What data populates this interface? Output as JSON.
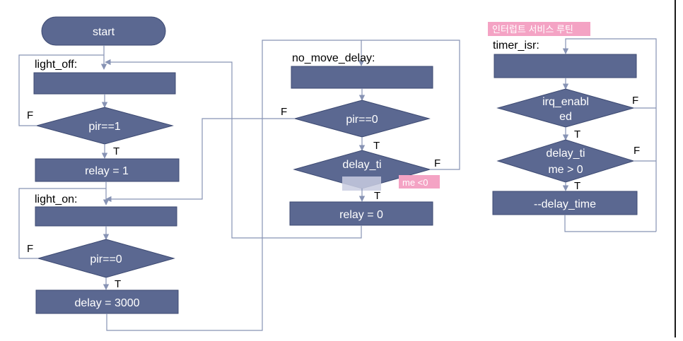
{
  "colors": {
    "node_fill": "#5b6891",
    "node_stroke": "#3d4a72",
    "connector": "#8793b4",
    "highlight": "#f4a3c4",
    "blur_patch": "#c9cde0",
    "frame": "#1a1a1a"
  },
  "left": {
    "start": "start",
    "light_off_label": "light_off:",
    "pir_eq_1": "pir==1",
    "relay_1": "relay = 1",
    "light_on_label": "light_on:",
    "pir_eq_0": "pir==0",
    "delay_3000": "delay = 3000",
    "f1": "F",
    "t1": "T",
    "f2": "F",
    "t2": "T"
  },
  "middle": {
    "label": "no_move_delay:",
    "pir_eq_0": "pir==0",
    "delay_line1": "delay_ti",
    "delay_line2": "me <0",
    "relay_0": "relay = 0",
    "f1": "F",
    "t1": "T",
    "f2": "F",
    "t2": "T"
  },
  "right": {
    "heading": "인터럽트 서비스 루틴",
    "label": "timer_isr:",
    "irq_line1": "irq_enabl",
    "irq_line2": "ed",
    "delay_line1": "delay_ti",
    "delay_line2": "me > 0",
    "decrement": "--delay_time",
    "f1": "F",
    "t1": "T",
    "f2": "F",
    "t2": "T"
  }
}
